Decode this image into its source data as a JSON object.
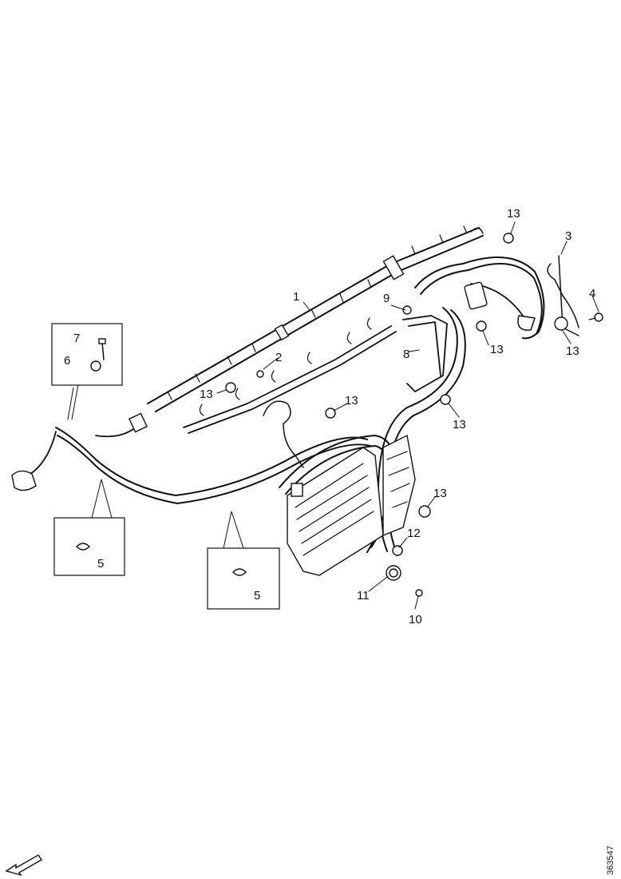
{
  "callouts": {
    "c1": "1",
    "c2": "2",
    "c3": "3",
    "c4": "4",
    "c5a": "5",
    "c5b": "5",
    "c6": "6",
    "c7": "7",
    "c8": "8",
    "c9": "9",
    "c10": "10",
    "c11": "11",
    "c12": "12",
    "c13a": "13",
    "c13b": "13",
    "c13c": "13",
    "c13d": "13",
    "c13e": "13",
    "c13f": "13",
    "c13g": "13"
  },
  "drawing_id": "363547",
  "icons": {
    "direction": "front-arrow-icon"
  }
}
